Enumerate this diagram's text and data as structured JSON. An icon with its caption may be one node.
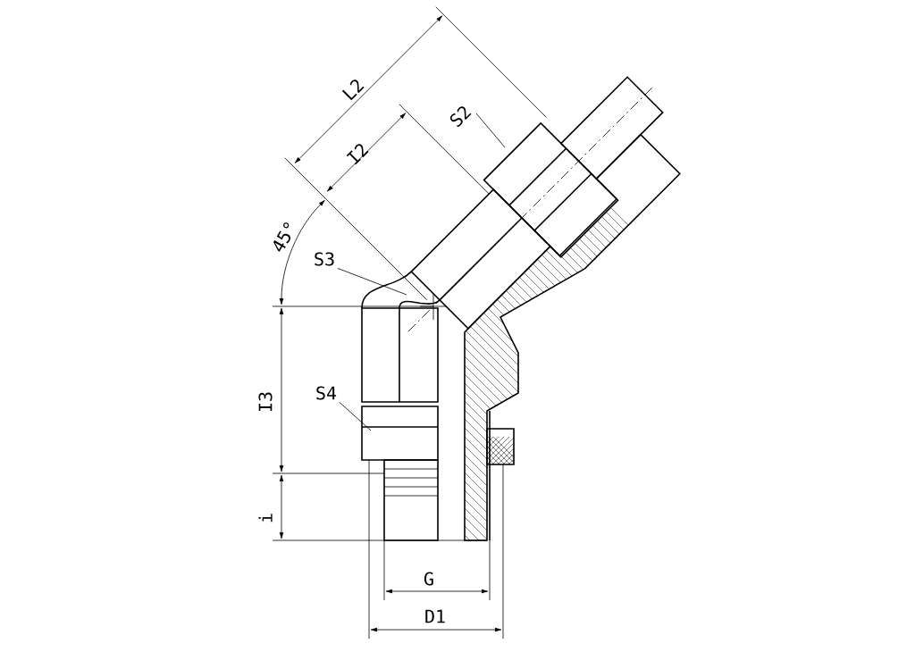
{
  "diagram": {
    "nodes": [
      {
        "text": [
          "S2"
        ]
      },
      {
        "text": [
          "S3"
        ]
      },
      {
        "text": [
          "S4"
        ]
      }
    ],
    "edges": [
      {
        "from": 0,
        "to": null,
        "arrow": "none"
      },
      {
        "from": 1,
        "to": null,
        "arrow": "none"
      },
      {
        "from": 2,
        "to": null,
        "arrow": "none"
      }
    ],
    "labels": [
      "L2",
      "I2",
      "45°",
      "I3",
      "i",
      "G",
      "D1"
    ]
  }
}
